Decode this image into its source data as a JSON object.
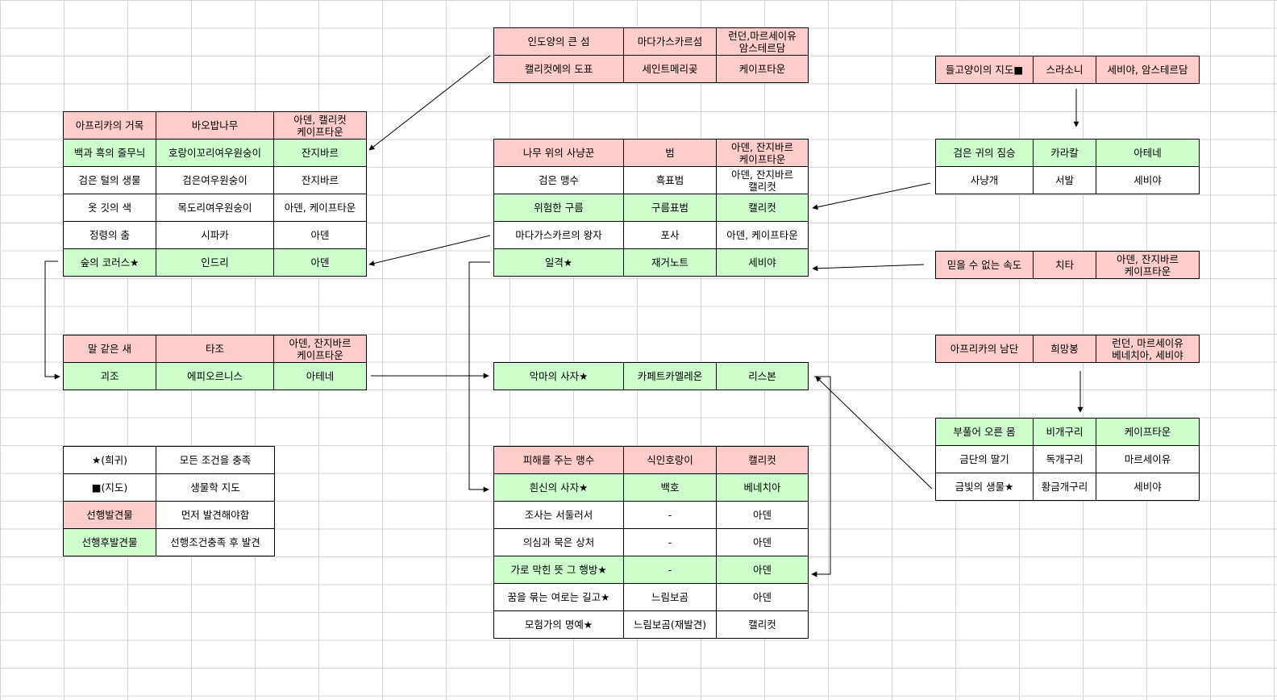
{
  "tables": [
    {
      "name": "table-indian-ocean",
      "rows": [
        [
          {
            "t": "인도양의 큰 섬",
            "c": "p"
          },
          {
            "t": "마다가스카르섬",
            "c": "p"
          },
          {
            "t": "런던,마르세이유\n암스테르담",
            "c": "p"
          }
        ],
        [
          {
            "t": "캘리컷에의 도표",
            "c": "p"
          },
          {
            "t": "세인트메리곶",
            "c": "p"
          },
          {
            "t": "케이프타운",
            "c": "p"
          }
        ]
      ]
    },
    {
      "name": "table-cat-map",
      "rows": [
        [
          {
            "t": "들고양이의 지도■",
            "c": "p"
          },
          {
            "t": "스라소니",
            "c": "p"
          },
          {
            "t": "세비야, 암스테르담",
            "c": "p"
          }
        ]
      ]
    },
    {
      "name": "table-africa-giant",
      "rows": [
        [
          {
            "t": "아프리카의 거목",
            "c": "p"
          },
          {
            "t": "바오밥나무",
            "c": "p"
          },
          {
            "t": "아덴, 캘리컷\n케이프타운",
            "c": "p"
          }
        ],
        [
          {
            "t": "백과 흑의 줄무늬",
            "c": "g"
          },
          {
            "t": "호랑이꼬리여우원숭이",
            "c": "g"
          },
          {
            "t": "잔지바르",
            "c": "g"
          }
        ],
        [
          {
            "t": "검은 털의 생물",
            "c": "w"
          },
          {
            "t": "검은여우원숭이",
            "c": "w"
          },
          {
            "t": "잔지바르",
            "c": "w"
          }
        ],
        [
          {
            "t": "옷 깃의 색",
            "c": "w"
          },
          {
            "t": "목도리여우원숭이",
            "c": "w"
          },
          {
            "t": "아덴, 케이프타운",
            "c": "w"
          }
        ],
        [
          {
            "t": "정령의 춤",
            "c": "w"
          },
          {
            "t": "시파카",
            "c": "w"
          },
          {
            "t": "아덴",
            "c": "w"
          }
        ],
        [
          {
            "t": "숲의 코러스★",
            "c": "g"
          },
          {
            "t": "인드리",
            "c": "g"
          },
          {
            "t": "아덴",
            "c": "g"
          }
        ]
      ]
    },
    {
      "name": "table-tree-hunter",
      "rows": [
        [
          {
            "t": "나무 위의 사냥꾼",
            "c": "p"
          },
          {
            "t": "범",
            "c": "p"
          },
          {
            "t": "아덴, 잔지바르\n케이프타운",
            "c": "p"
          }
        ],
        [
          {
            "t": "검은 맹수",
            "c": "w"
          },
          {
            "t": "흑표범",
            "c": "w"
          },
          {
            "t": "아덴, 잔지바르\n캘리컷",
            "c": "w"
          }
        ],
        [
          {
            "t": "위험한 구름",
            "c": "g"
          },
          {
            "t": "구름표범",
            "c": "g"
          },
          {
            "t": "캘리컷",
            "c": "g"
          }
        ],
        [
          {
            "t": "마다가스카르의 왕자",
            "c": "w"
          },
          {
            "t": "포사",
            "c": "w"
          },
          {
            "t": "아덴, 케이프타운",
            "c": "w"
          }
        ],
        [
          {
            "t": "일격★",
            "c": "g"
          },
          {
            "t": "재거노트",
            "c": "g"
          },
          {
            "t": "세비야",
            "c": "g"
          }
        ]
      ]
    },
    {
      "name": "table-black-ear",
      "rows": [
        [
          {
            "t": "검은 귀의 짐승",
            "c": "g"
          },
          {
            "t": "카라칼",
            "c": "g"
          },
          {
            "t": "아테네",
            "c": "g"
          }
        ],
        [
          {
            "t": "사냥개",
            "c": "w"
          },
          {
            "t": "서발",
            "c": "w"
          },
          {
            "t": "세비야",
            "c": "w"
          }
        ]
      ]
    },
    {
      "name": "table-speed",
      "rows": [
        [
          {
            "t": "믿을 수 없는 속도",
            "c": "p"
          },
          {
            "t": "치타",
            "c": "p"
          },
          {
            "t": "아덴, 잔지바르\n케이프타운",
            "c": "p"
          }
        ]
      ]
    },
    {
      "name": "table-horse-bird",
      "rows": [
        [
          {
            "t": "말 같은 새",
            "c": "p"
          },
          {
            "t": "타조",
            "c": "p"
          },
          {
            "t": "아덴, 잔지바르\n케이프타운",
            "c": "p"
          }
        ],
        [
          {
            "t": "괴조",
            "c": "g"
          },
          {
            "t": "에피오르니스",
            "c": "g"
          },
          {
            "t": "아테네",
            "c": "g"
          }
        ]
      ]
    },
    {
      "name": "table-devil-lion",
      "rows": [
        [
          {
            "t": "악마의 사자★",
            "c": "g"
          },
          {
            "t": "카페트카멜레온",
            "c": "g"
          },
          {
            "t": "리스본",
            "c": "g"
          }
        ]
      ]
    },
    {
      "name": "table-africa-south",
      "rows": [
        [
          {
            "t": "아프리카의 남단",
            "c": "p"
          },
          {
            "t": "희망봉",
            "c": "p"
          },
          {
            "t": "런던, 마르세이유\n베네치아, 세비야",
            "c": "p"
          }
        ]
      ]
    },
    {
      "name": "table-frog",
      "rows": [
        [
          {
            "t": "부풀어 오른 몸",
            "c": "g"
          },
          {
            "t": "비개구리",
            "c": "g"
          },
          {
            "t": "케이프타운",
            "c": "g"
          }
        ],
        [
          {
            "t": "금단의 딸기",
            "c": "w"
          },
          {
            "t": "독개구리",
            "c": "w"
          },
          {
            "t": "마르세이유",
            "c": "w"
          }
        ],
        [
          {
            "t": "금빛의 생물★",
            "c": "w"
          },
          {
            "t": "황금개구리",
            "c": "w"
          },
          {
            "t": "세비야",
            "c": "w"
          }
        ]
      ]
    },
    {
      "name": "table-legend",
      "rows": [
        [
          {
            "t": "★(희귀)",
            "c": "w"
          },
          {
            "t": "모든 조건을 충족",
            "c": "w"
          }
        ],
        [
          {
            "t": "■(지도)",
            "c": "w"
          },
          {
            "t": "생물학 지도",
            "c": "w"
          }
        ],
        [
          {
            "t": "선행발견물",
            "c": "p"
          },
          {
            "t": "먼저 발견해야함",
            "c": "w"
          }
        ],
        [
          {
            "t": "선행후발견물",
            "c": "g"
          },
          {
            "t": "선행조건충족 후 발견",
            "c": "w"
          }
        ]
      ]
    },
    {
      "name": "table-man-eater",
      "rows": [
        [
          {
            "t": "피해를 주는 맹수",
            "c": "p"
          },
          {
            "t": "식인호랑이",
            "c": "p"
          },
          {
            "t": "캘리컷",
            "c": "p"
          }
        ],
        [
          {
            "t": "흰신의 사자★",
            "c": "g"
          },
          {
            "t": "백호",
            "c": "g"
          },
          {
            "t": "베네치아",
            "c": "g"
          }
        ],
        [
          {
            "t": "조사는 서둘러서",
            "c": "w"
          },
          {
            "t": "-",
            "c": "w"
          },
          {
            "t": "아덴",
            "c": "w"
          }
        ],
        [
          {
            "t": "의심과 묵은 상처",
            "c": "w"
          },
          {
            "t": "-",
            "c": "w"
          },
          {
            "t": "아덴",
            "c": "w"
          }
        ],
        [
          {
            "t": "가로 막힌 뜻 그 행방★",
            "c": "g"
          },
          {
            "t": "-",
            "c": "g"
          },
          {
            "t": "아덴",
            "c": "g"
          }
        ],
        [
          {
            "t": "꿈을 묶는 여로는 길고★",
            "c": "w"
          },
          {
            "t": "느림보곰",
            "c": "w"
          },
          {
            "t": "아덴",
            "c": "w"
          }
        ],
        [
          {
            "t": "모험가의 명예★",
            "c": "w"
          },
          {
            "t": "느림보곰(재발견)",
            "c": "w"
          },
          {
            "t": "캘리컷",
            "c": "w"
          }
        ]
      ]
    }
  ]
}
